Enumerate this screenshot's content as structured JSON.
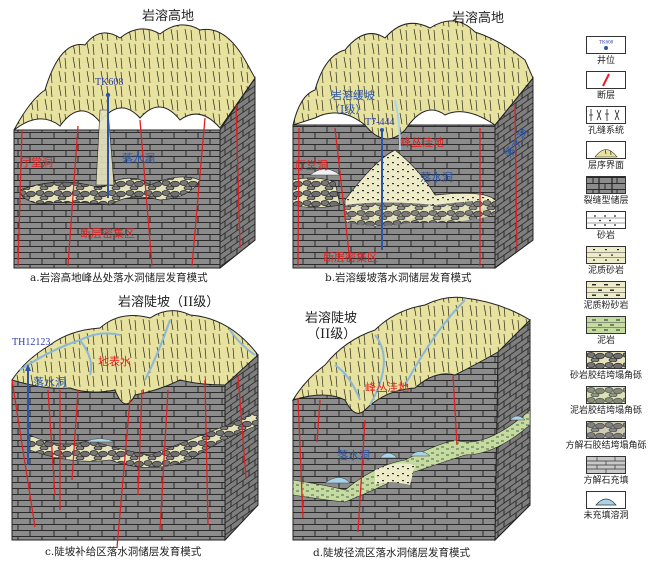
{
  "figure": {
    "panels": [
      {
        "id": "a",
        "title_top": "岩溶高地",
        "caption": "a.岩溶高地峰丛处落水洞储层发育模式",
        "well": "TK608",
        "labels": {
          "hall_cave": "厅堂洞",
          "sinkhole": "落水洞",
          "fault_zone": "断层密集区"
        }
      },
      {
        "id": "b",
        "title_top": "岩溶高地",
        "caption": "b.岩溶缓坡落水洞储层发育模式",
        "well": "T7-444",
        "labels": {
          "gentle_slope": "岩溶缓坡",
          "gentle_slope_grade": "（I级）",
          "peak_depression": "峰丛洼地",
          "hall_cave": "厅堂洞",
          "sinkhole": "落水洞",
          "sinkhole_side": "落水洞",
          "fault_zone": "断层密集区"
        }
      },
      {
        "id": "c",
        "title_top": "岩溶陡坡（II级）",
        "caption": "c.陡坡补给区落水洞储层发育模式",
        "well": "TH12123",
        "labels": {
          "surface_water": "地表水",
          "sinkhole": "落水洞"
        }
      },
      {
        "id": "d",
        "title_top": "岩溶陡坡",
        "title_top_grade": "（II级）",
        "caption": "d.陡坡径流区落水洞储层发育模式",
        "labels": {
          "peak_depression": "峰丛洼地",
          "sinkhole": "落水洞"
        }
      }
    ]
  },
  "legend": {
    "items": [
      {
        "key": "well",
        "label": "井位",
        "symbol_text": "TK608"
      },
      {
        "key": "fault",
        "label": "断层"
      },
      {
        "key": "fracture-system",
        "label": "孔缝系统"
      },
      {
        "key": "sequence-boundary",
        "label": "层序界面"
      },
      {
        "key": "fracture-reservoir",
        "label": "裂缝型储层"
      },
      {
        "key": "sandstone",
        "label": "砂岩"
      },
      {
        "key": "muddy-sandstone",
        "label": "泥质砂岩"
      },
      {
        "key": "muddy-siltstone",
        "label": "泥质粉砂岩"
      },
      {
        "key": "mudstone",
        "label": "泥岩"
      },
      {
        "key": "sandstone-breccia",
        "label": "砂岩胶结垮塌角砾"
      },
      {
        "key": "mudstone-breccia",
        "label": "泥岩胶结垮塌角砾"
      },
      {
        "key": "calcite-breccia",
        "label": "方解石胶结垮塌角砾"
      },
      {
        "key": "calcite-fill",
        "label": "方解石充填"
      },
      {
        "key": "unfilled-cave",
        "label": "未充填溶洞"
      }
    ]
  },
  "colors": {
    "karst_top": "#e8e2a0",
    "limestone": "#8a8a8a",
    "limestone_side": "#7a7a7a",
    "fault": "#e02020",
    "well": "#2a55a8",
    "water": "#a8d4ea",
    "sand_fill": "#eeebc8",
    "mud_fill": "#c4dca0"
  }
}
